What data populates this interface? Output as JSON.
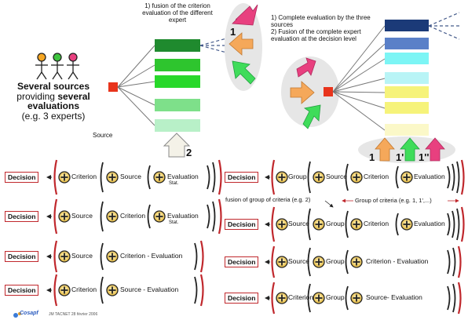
{
  "top": {
    "left_caption": {
      "line1_plain": "Several",
      "line1_bold": "Several",
      "line1_rest": "sources",
      "line2_plain": "providing",
      "line2_bold": "several",
      "line3": "evaluations",
      "line4": "(e.g. 3 experts)"
    },
    "source_label": "Source",
    "step1_note": [
      "1) fusion of the criterion",
      "evaluation of the different",
      "expert"
    ],
    "step1_marker": "1",
    "step2_marker": "2",
    "right_note": [
      "1) Complete evaluation by the three",
      "sources",
      "2) Fusion of the complete expert",
      "evaluation at the decision level"
    ],
    "right_markers": [
      "1",
      "1'",
      "1''"
    ]
  },
  "colors": {
    "red": "#e8341c",
    "dark_green": "#1f8a2e",
    "green": "#2ec52e",
    "bright_green": "#28d82a",
    "light_green": "#7ee08a",
    "pale_green": "#b8f0c8",
    "navy": "#1b3a78",
    "steel_blue": "#5a80c8",
    "cyan": "#7cf5f5",
    "pale_cyan": "#b8f4f6",
    "yellow": "#f6f37a",
    "pale_yellow": "#fbf8c8",
    "pink": "#e8407f",
    "orange": "#f5a85a",
    "arrow_green": "#3fdc5a"
  },
  "formulas_left": [
    {
      "decision": "Decision",
      "a": "Criterion",
      "b": "Source",
      "c": "Evaluation",
      "sub": "Stat."
    },
    {
      "decision": "Decision",
      "a": "Source",
      "b": "Criterion",
      "c": "Evaluation",
      "sub": "Stat."
    },
    {
      "decision": "Decision",
      "a": "Source",
      "b": "Criterion - Evaluation"
    },
    {
      "decision": "Decision",
      "a": "Criterion",
      "b": "Source - Evaluation"
    }
  ],
  "formulas_right": [
    {
      "decision": "Decision",
      "a": "Group",
      "b": "Source",
      "c": "Criterion",
      "d": "Evaluation"
    },
    {
      "decision": "Decision",
      "a": "Source",
      "b": "Group",
      "c": "Criterion",
      "d": "Evaluation"
    },
    {
      "decision": "Decision",
      "a": "Source",
      "b": "Group",
      "c": "Criterion - Evaluation"
    },
    {
      "decision": "Decision",
      "a": "Criterion",
      "b": "Group",
      "c": "Source- Evaluation"
    }
  ],
  "notes": {
    "fusion_group": "fusion of group of criteria (e.g. 2)",
    "group_criteria": "Group of criteria (e.g. 1, 1',...)"
  },
  "footer": {
    "logo": "Cosapf",
    "credit": "JM TACNET  28 février 2006"
  }
}
